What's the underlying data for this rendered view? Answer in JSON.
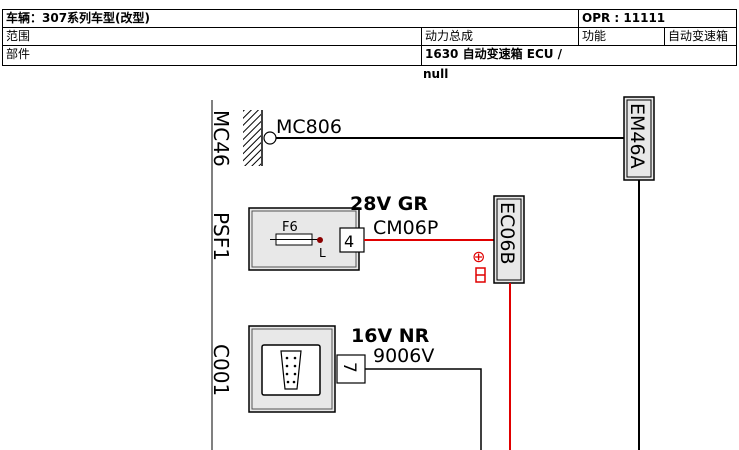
{
  "header": {
    "vehicle": "车辆：307系列车型(改型)",
    "opr": "OPR : 11111",
    "scope_label": "范围",
    "scope_value": "动力总成",
    "function_label": "功能",
    "function_value": "自动变速箱",
    "part_label": "部件",
    "part_value": "1630 自动变速箱 ECU /",
    "part_value_cont": "null"
  },
  "diagram": {
    "ground_label": "MC806",
    "ground_code": "MC46",
    "fuse_box_code": "PSF1",
    "fuse_label": "F6",
    "fuse_pin": "4",
    "wire1_spec": "28V GR",
    "wire1_code": "CM06P",
    "connector_ec": "EC06B",
    "connector_em": "EM46A",
    "plus_symbol": "⊕",
    "diag_code": "C001",
    "diag_pin": "7",
    "wire2_spec": "16V NR",
    "wire2_code": "9006V",
    "fuse_end": "L",
    "colors": {
      "wire_red": "#e00000",
      "wire_black": "#000000",
      "box_fill": "#e8e8e8"
    }
  }
}
